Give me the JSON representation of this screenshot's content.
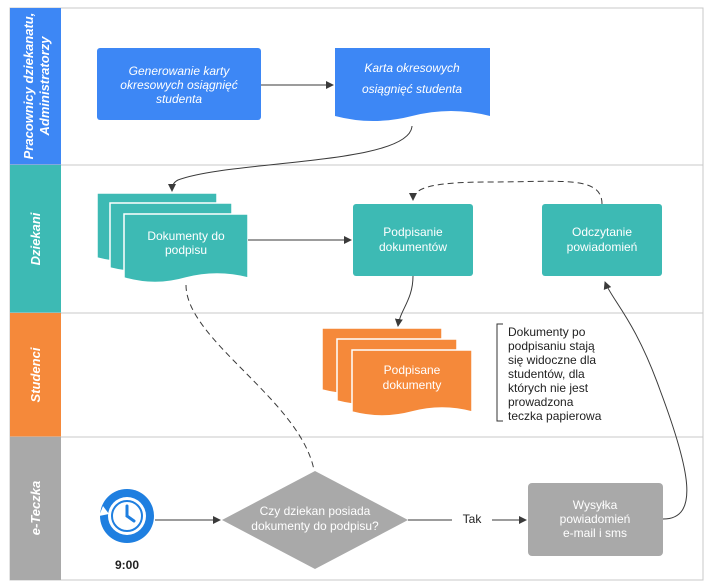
{
  "colors": {
    "blue": "#3d87f5",
    "teal": "#3dbab4",
    "orange": "#f5893a",
    "gray": "#a9a9a9",
    "lane_bg": "#ffffff",
    "lane_border": "#c8c8c8"
  },
  "lanes": {
    "admins": "Pracownicy dziekanatu, Administratorzy",
    "dziekani": "Dziekani",
    "studenci": "Studenci",
    "eteczka": "e-Teczka"
  },
  "nodes": {
    "generate": [
      "Generowanie karty",
      "okresowych osiągnięć",
      "studenta"
    ],
    "card": [
      "Karta okresowych",
      "osiągnięć studenta"
    ],
    "docs_to_sign": [
      "Dokumenty do",
      "podpisu"
    ],
    "signing": [
      "Podpisanie",
      "dokumentów"
    ],
    "read_notifications": [
      "Odczytanie",
      "powiadomień"
    ],
    "signed_docs": [
      "Podpisane",
      "dokumenty"
    ],
    "note": [
      "Dokumenty po",
      "podpisaniu stają",
      "się widoczne dla",
      "studentów, dla",
      "których nie jest",
      "prowadzona",
      "teczka papierowa"
    ],
    "decision": [
      "Czy dziekan posiada",
      "dokumenty do podpisu?"
    ],
    "send": [
      "Wysyłka",
      "powiadomień",
      "e-mail i sms"
    ],
    "timer": "9:00",
    "yes_label": "Tak"
  },
  "icons": {
    "timer": "clock-icon"
  }
}
